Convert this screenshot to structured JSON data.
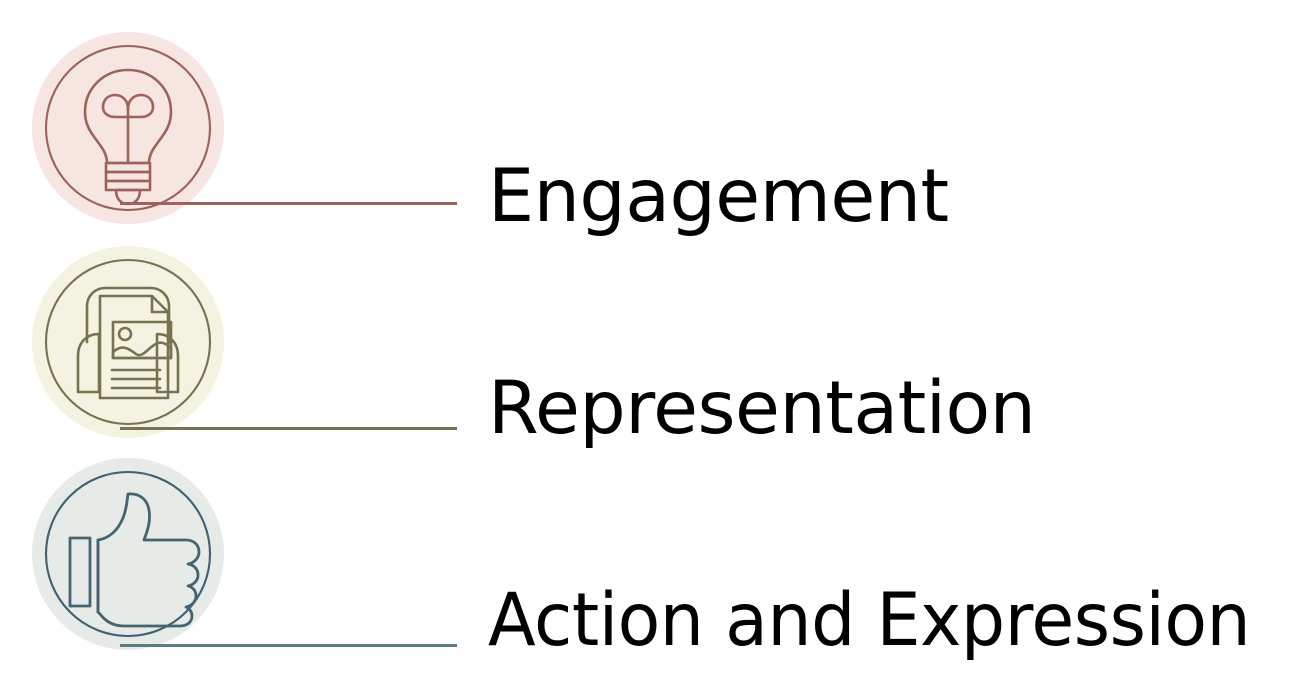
{
  "slide": {
    "title_implied": "UDL Principles",
    "background_color": "#ffffff",
    "items": [
      {
        "label": "Engagement",
        "icon_name": "lightbulb-icon",
        "blob_color": "#f7e5e1",
        "ring_color": "#9b6359",
        "stroke_color": "#9b6359",
        "connector_color": "#9b6359"
      },
      {
        "label": "Representation",
        "icon_name": "document-media-headphones-icon",
        "blob_color": "#f4f2e1",
        "ring_color": "#767450",
        "stroke_color": "#767450",
        "connector_color": "#767450"
      },
      {
        "label": "Action and Expression",
        "icon_name": "thumbs-up-icon",
        "blob_color": "#e6ebe7",
        "ring_color": "#3f6172",
        "stroke_color": "#3f6172",
        "connector_color": "#5c7c86"
      }
    ]
  }
}
